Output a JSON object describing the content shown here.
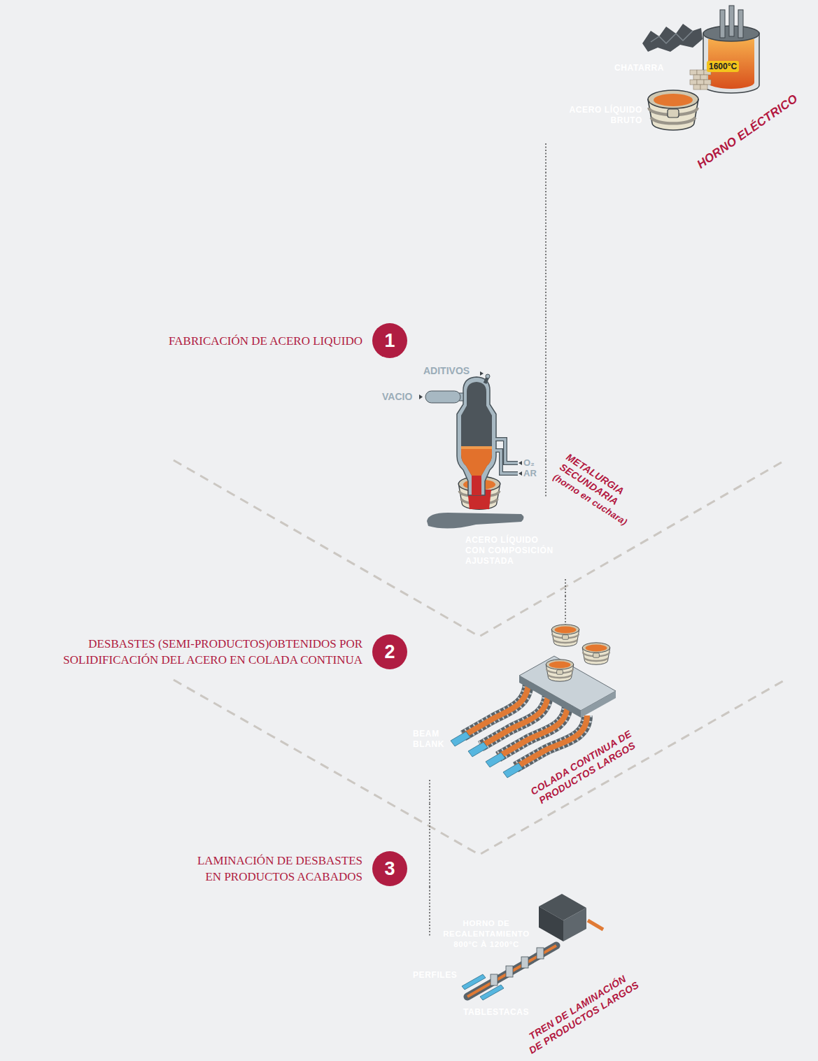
{
  "diagram": {
    "nodes": [
      {
        "text": [
          "HORNO ELÉCTRICO",
          "CHATARRA",
          "ACERO LÍQUIDO BRUTO"
        ]
      },
      {
        "text": [
          "FABRICACIÓN DE ACERO LIQUIDO",
          "1"
        ]
      },
      {
        "text": [
          "METALURGIA SECUNDARIA",
          "(horno en cuchara)",
          "ACERO LÍQUIDO CON COMPOSICIÓN AJUSTADA"
        ]
      },
      {
        "text": [
          "DESBASTES (SEMI-PRODUCTOS)OBTENIDOS POR SOLIDIFICACIÓN DEL ACERO EN COLADA CONTINUA",
          "2"
        ]
      },
      {
        "text": [
          "COLADA CONTINUA DE PRODUCTOS LARGOS",
          "BEAM BLANK"
        ]
      },
      {
        "text": [
          "LAMINACIÓN DE DESBASTES EN PRODUCTOS ACABADOS",
          "3"
        ]
      },
      {
        "text": [
          "TREN DE LAMINACIÓN DE PRODUCTOS LARGOS",
          "HORNO DE RECALENTAMIENTO 800°C À 1200°C",
          "PERFILES",
          "TABLESTACAS"
        ]
      }
    ],
    "edges": [
      {
        "from": 0,
        "to": 2,
        "arrow": "none"
      },
      {
        "from": 2,
        "to": 4,
        "arrow": "none"
      },
      {
        "from": 4,
        "to": 6,
        "arrow": "none"
      }
    ],
    "labels": [
      "1600°C",
      "ADITIVOS",
      "VACIO",
      "O₂",
      "AR"
    ]
  }
}
